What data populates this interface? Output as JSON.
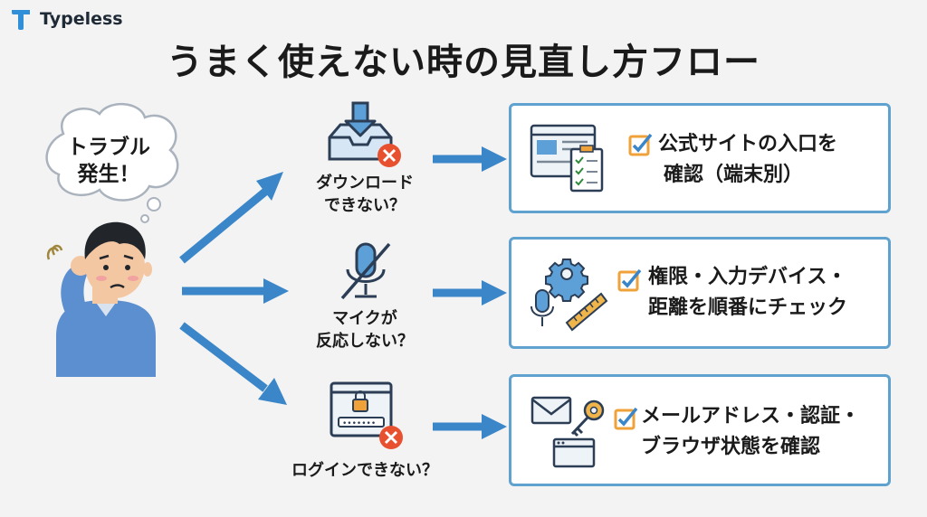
{
  "brand": {
    "name": "Typeless",
    "color": "#2f8fd8"
  },
  "title": "うまく使えない時の見直し方フロー",
  "bubble": {
    "line1": "トラブル",
    "line2": "発生！"
  },
  "issues": [
    {
      "line1": "ダウンロード",
      "line2": "できない？",
      "icon": "download-tray-icon"
    },
    {
      "line1": "マイクが",
      "line2": "反応しない？",
      "icon": "muted-microphone-icon"
    },
    {
      "line1": "ログインできない？",
      "line2": "",
      "icon": "locked-login-window-icon"
    }
  ],
  "checks": [
    {
      "line1": "公式サイトの入口を",
      "line2": "確認（端末別）"
    },
    {
      "line1": "権限・入力デバイス・",
      "line2": "距離を順番にチェック"
    },
    {
      "line1": "メールアドレス・認証・",
      "line2": "ブラウザ状態を確認"
    }
  ],
  "colors": {
    "arrow": "#3a86c8",
    "box_border": "#5fa1cf",
    "check": "#f0a23a",
    "error": "#e8512f"
  }
}
